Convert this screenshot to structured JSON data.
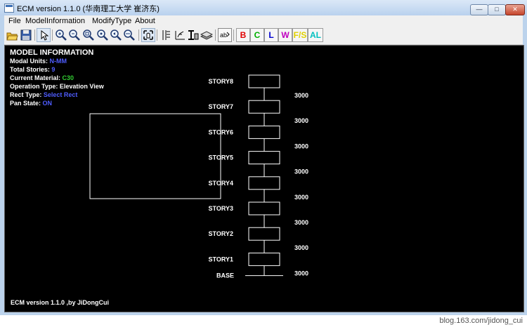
{
  "window": {
    "title": "ECM version 1.1.0  (华南理工大学 崔济东)"
  },
  "menu": [
    "File",
    "ModelInformation",
    "ModifyType",
    "About"
  ],
  "toolbar": {
    "color_buttons": [
      {
        "label": "B",
        "color": "#e00000"
      },
      {
        "label": "C",
        "color": "#00b000"
      },
      {
        "label": "L",
        "color": "#0000d0"
      },
      {
        "label": "W",
        "color": "#c000c0"
      },
      {
        "label": "F/S",
        "color": "#e0d000"
      },
      {
        "label": "AL",
        "color": "#00c0c0"
      }
    ]
  },
  "info": {
    "heading": "MODEL INFORMATION",
    "modal_units_label": "Modal Units:",
    "modal_units_value": "N-MM",
    "total_stories_label": "Total Stories:",
    "total_stories_value": "9",
    "current_material_label": "Current Material:",
    "current_material_value": "C30",
    "operation_type_label": "Operation Type:",
    "operation_type_value": "Elevation View",
    "rect_type_label": "Rect Type:",
    "rect_type_value": "Select Rect",
    "pan_state_label": "Pan State:",
    "pan_state_value": "ON"
  },
  "elevation": {
    "stories": [
      "STORY8",
      "STORY7",
      "STORY6",
      "STORY5",
      "STORY4",
      "STORY3",
      "STORY2",
      "STORY1"
    ],
    "heights": [
      "3000",
      "3000",
      "3000",
      "3000",
      "3000",
      "3000",
      "3000",
      "3000"
    ],
    "base_label": "BASE"
  },
  "footer": "ECM version 1.1.0 ,by JiDongCui",
  "watermark": "blog.163.com/jidong_cui"
}
